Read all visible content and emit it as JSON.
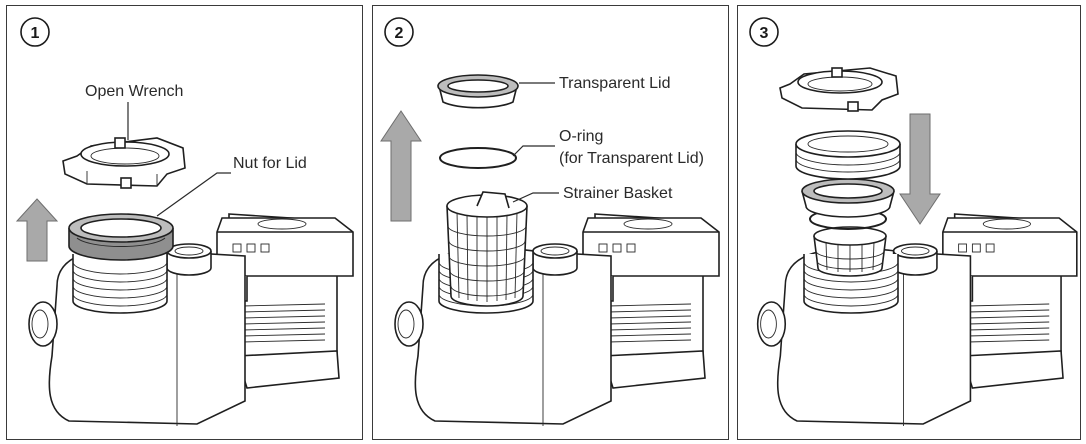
{
  "steps": [
    {
      "number": "1",
      "labels": {
        "open_wrench": "Open Wrench",
        "nut_for_lid": "Nut for Lid"
      }
    },
    {
      "number": "2",
      "labels": {
        "transparent_lid": "Transparent Lid",
        "o_ring_line1": "O-ring",
        "o_ring_line2": "(for Transparent Lid)",
        "strainer_basket": "Strainer Basket"
      }
    },
    {
      "number": "3",
      "labels": {}
    }
  ],
  "colors": {
    "border": "#3a3a3a",
    "arrow": "#a9a9a9",
    "part_grey": "#bdbdbd"
  }
}
